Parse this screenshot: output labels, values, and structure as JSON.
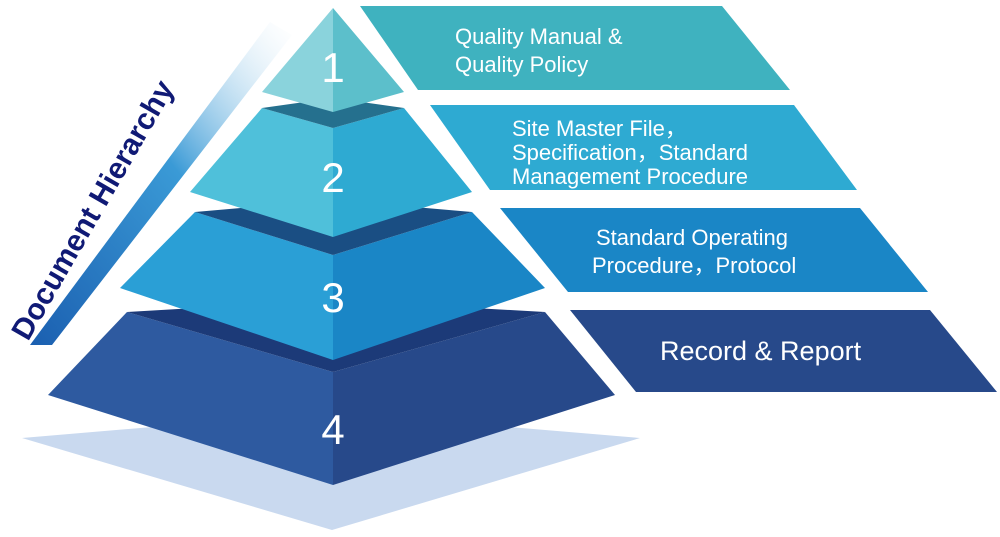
{
  "diagram": {
    "side_title": "Document Hierarchy",
    "levels": [
      {
        "number": "1",
        "lines": [
          "Quality Manual &",
          "Quality Policy"
        ]
      },
      {
        "number": "2",
        "lines": [
          "Site Master File，",
          "Specification，Standard",
          "Management Procedure"
        ]
      },
      {
        "number": "3",
        "lines": [
          "Standard Operating",
          "Procedure，Protocol"
        ]
      },
      {
        "number": "4",
        "lines": [
          "Record & Report"
        ]
      }
    ],
    "colors": {
      "level1": "#72c8d2",
      "level2": "#3ab6d2",
      "level3": "#1f91c6",
      "level4": "#284b8a",
      "band1": "#3fb2bf",
      "band2": "#2eaad2",
      "band3": "#1a86c6",
      "band4": "#27498a",
      "title": "#101a75"
    }
  }
}
